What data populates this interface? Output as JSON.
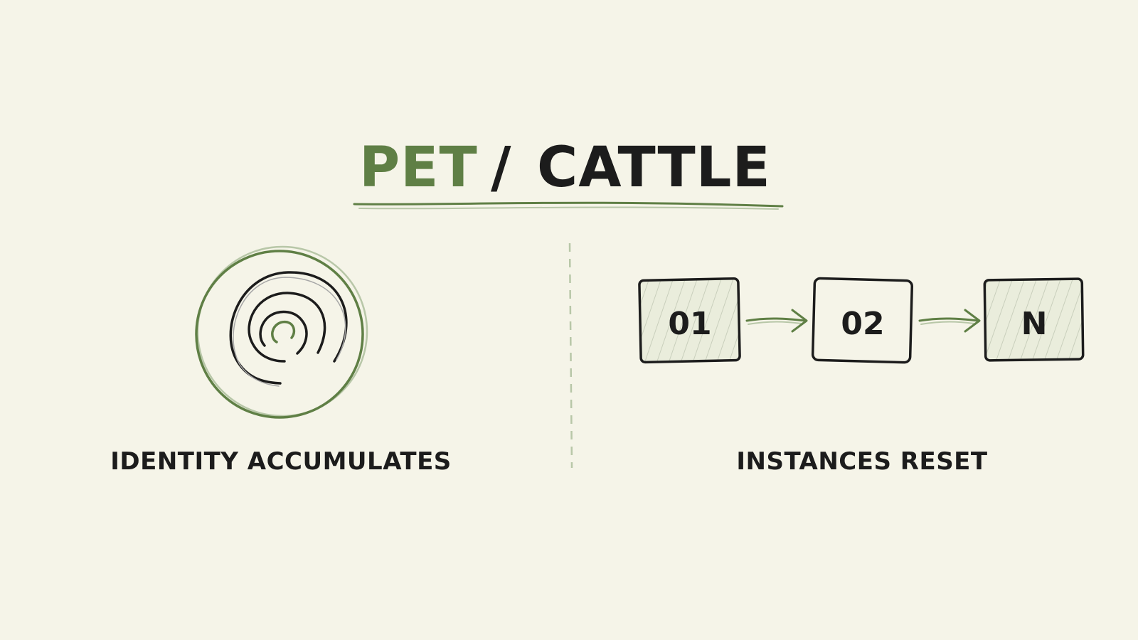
{
  "colors": {
    "background": "#f5f4e8",
    "accent_green": "#5f7f45",
    "ink": "#1c1c1c",
    "soft_green": "#b8c7a8",
    "hatch": "#c6cdb8",
    "box_fill": "#eaeddc"
  },
  "title": {
    "word_left": "PET",
    "separator": "/",
    "word_right": "CATTLE"
  },
  "left_panel": {
    "icon": "fingerprint-icon",
    "caption": "IDENTITY ACCUMULATES"
  },
  "right_panel": {
    "boxes": [
      {
        "label": "01",
        "hatched": true
      },
      {
        "label": "02",
        "hatched": false
      },
      {
        "label": "N",
        "hatched": true
      }
    ],
    "arrow_icon": "arrow-right-icon",
    "caption": "INSTANCES RESET"
  }
}
